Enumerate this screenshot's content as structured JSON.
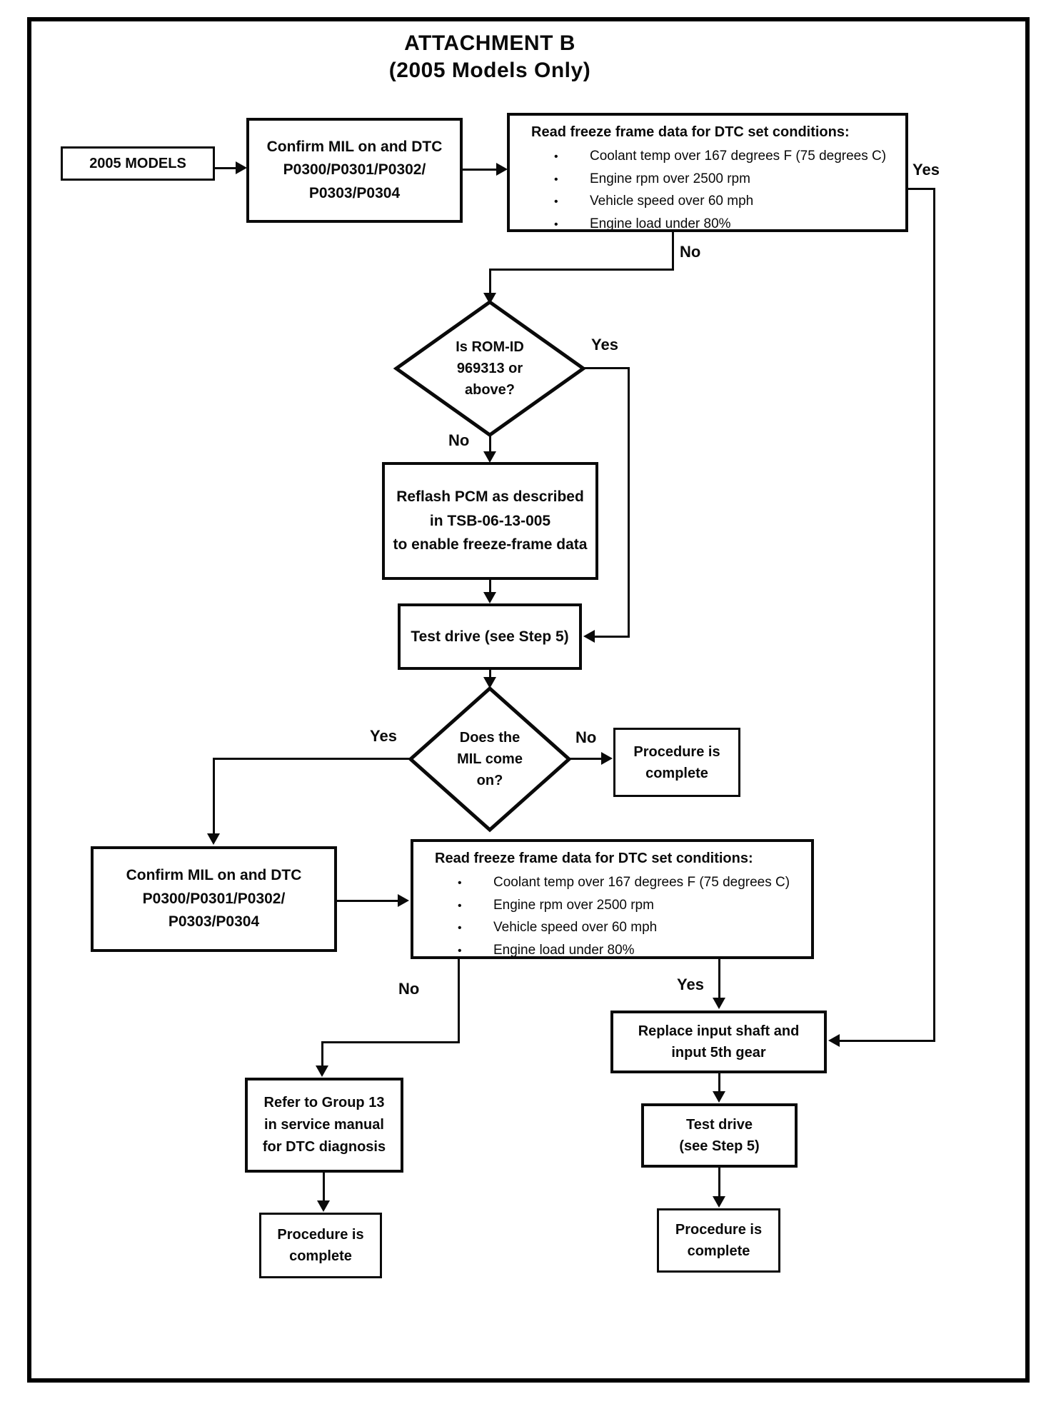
{
  "title": {
    "line1": "ATTACHMENT B",
    "line2": "(2005 Models Only)"
  },
  "colors": {
    "line": "#000000",
    "background": "#ffffff"
  },
  "bullet_glyph": "•",
  "nodes": {
    "start": {
      "label": "2005 MODELS"
    },
    "confirm1": {
      "text": "Confirm MIL on and DTC\nP0300/P0301/P0302/\nP0303/P0304"
    },
    "freeze1": {
      "header": "Read freeze frame data for DTC set conditions:",
      "bullets": [
        "Coolant temp over 167 degrees F (75 degrees C)",
        "Engine rpm over 2500 rpm",
        "Vehicle speed over 60 mph",
        "Engine load under 80%"
      ]
    },
    "rom_decision": {
      "text": "Is ROM-ID\n969313 or\nabove?"
    },
    "reflash": {
      "line1": "Reflash PCM as described",
      "line2_prefix": "in ",
      "line2_bold": "TSB-06-13-005",
      "line3": "to enable freeze-frame data"
    },
    "test_drive1": {
      "text": "Test drive (see Step 5)"
    },
    "mil_decision": {
      "text": "Does the\nMIL come\non?"
    },
    "procedure_complete1": {
      "text": "Procedure is\ncomplete"
    },
    "confirm2": {
      "text": "Confirm MIL on and DTC\nP0300/P0301/P0302/\nP0303/P0304"
    },
    "freeze2": {
      "header": "Read freeze frame data for DTC set conditions:",
      "bullets": [
        "Coolant temp over 167 degrees F (75 degrees C)",
        "Engine rpm over 2500 rpm",
        "Vehicle speed over 60 mph",
        "Engine load under 80%"
      ]
    },
    "refer_group13": {
      "text": "Refer to Group 13\nin service manual\nfor DTC diagnosis"
    },
    "procedure_complete2": {
      "text": "Procedure is\ncomplete"
    },
    "replace_shaft": {
      "text": "Replace input shaft and\ninput 5th gear"
    },
    "test_drive2": {
      "text": "Test drive\n(see Step 5)"
    },
    "procedure_complete3": {
      "text": "Procedure is\ncomplete"
    }
  },
  "edge_labels": {
    "freeze1_yes": "Yes",
    "freeze1_no": "No",
    "rom_yes": "Yes",
    "rom_no": "No",
    "mil_yes": "Yes",
    "mil_no": "No",
    "freeze2_no": "No",
    "freeze2_yes": "Yes"
  }
}
